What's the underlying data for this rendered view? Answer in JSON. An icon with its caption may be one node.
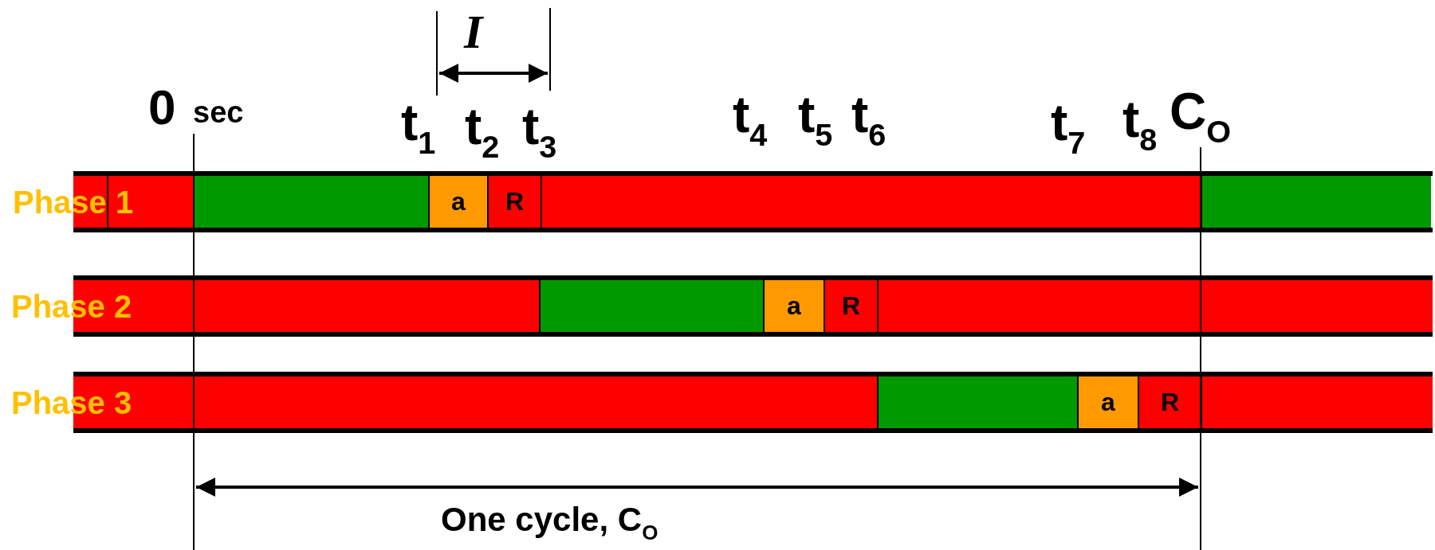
{
  "diagram": {
    "nodes": [
      {
        "text": [
          "Phase 1"
        ]
      },
      {
        "text": [],
        "shape": "bar",
        "in": 0
      },
      {
        "text": [],
        "shape": "bar",
        "in": 0
      },
      {
        "text": [],
        "shape": "bar",
        "in": 0
      },
      {
        "text": [
          "a"
        ],
        "in": 0
      },
      {
        "text": [
          "R"
        ],
        "in": 0
      },
      {
        "text": [],
        "shape": "bar",
        "in": 0
      },
      {
        "text": [],
        "shape": "bar",
        "in": 0
      },
      {
        "text": [
          "Phase 2"
        ]
      },
      {
        "text": [],
        "shape": "bar",
        "in": 8
      },
      {
        "text": [],
        "shape": "bar",
        "in": 8
      },
      {
        "text": [
          "a"
        ],
        "in": 8
      },
      {
        "text": [
          "R"
        ],
        "in": 8
      },
      {
        "text": [],
        "shape": "bar",
        "in": 8
      },
      {
        "text": [
          "Phase 3"
        ]
      },
      {
        "text": [],
        "shape": "bar",
        "in": 14
      },
      {
        "text": [],
        "shape": "bar",
        "in": 14
      },
      {
        "text": [
          "a"
        ],
        "in": 14
      },
      {
        "text": [
          "R"
        ],
        "in": 14
      },
      {
        "text": [],
        "shape": "bar",
        "in": 14
      }
    ],
    "labels": [
      "I",
      "0",
      "sec",
      "t$_{1}$",
      "t$_{2}$",
      "t$_{3}$",
      "t$_{4}$",
      "t$_{5}$",
      "t$_{6}$",
      "t$_{7}$",
      "t$_{8}$",
      "C$_{O}$",
      "One cycle, C$_{O}$"
    ]
  }
}
